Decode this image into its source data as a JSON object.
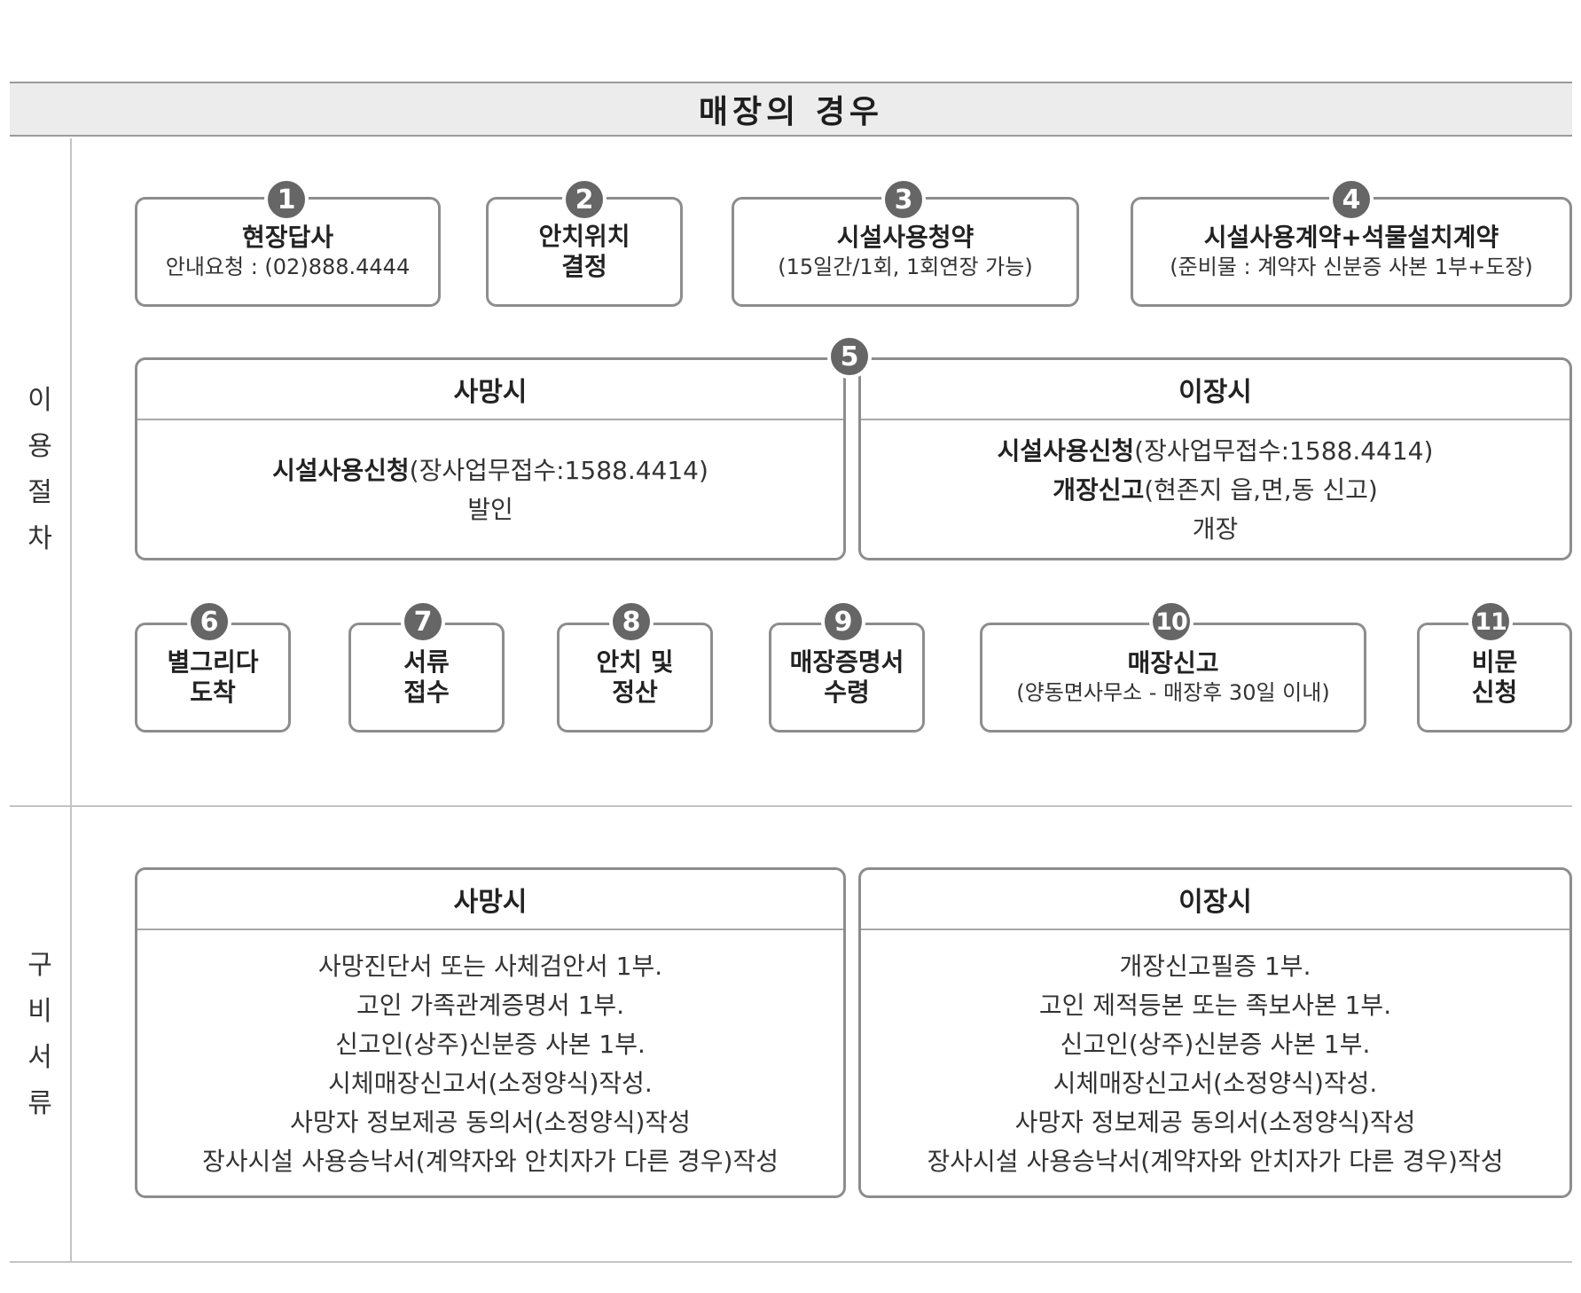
{
  "title": "매장의 경우",
  "side_labels": {
    "procedure": [
      "이",
      "용",
      "절",
      "차"
    ],
    "documents": [
      "구",
      "비",
      "서",
      "류"
    ]
  },
  "steps": [
    {
      "num": "1",
      "title_lines": [
        "현장답사"
      ],
      "sub": "안내요청 : (02)888.4444"
    },
    {
      "num": "2",
      "title_lines": [
        "안치위치",
        "결정"
      ],
      "sub": ""
    },
    {
      "num": "3",
      "title_lines": [
        "시설사용청약"
      ],
      "sub": "(15일간/1회, 1회연장 가능)"
    },
    {
      "num": "4",
      "title_lines": [
        "시설사용계약+석물설치계약"
      ],
      "sub": "(준비물 : 계약자 신분증 사본 1부+도장)"
    },
    {
      "num": "6",
      "title_lines": [
        "별그리다",
        "도착"
      ],
      "sub": ""
    },
    {
      "num": "7",
      "title_lines": [
        "서류",
        "접수"
      ],
      "sub": ""
    },
    {
      "num": "8",
      "title_lines": [
        "안치 및",
        "정산"
      ],
      "sub": ""
    },
    {
      "num": "9",
      "title_lines": [
        "매장증명서",
        "수령"
      ],
      "sub": ""
    },
    {
      "num": "10",
      "title_lines": [
        "매장신고"
      ],
      "sub": "(양동면사무소 - 매장후 30일 이내)"
    },
    {
      "num": "11",
      "title_lines": [
        "비문",
        "신청"
      ],
      "sub": ""
    }
  ],
  "step5": {
    "num": "5",
    "death": {
      "header": "사망시",
      "lines": [
        {
          "bold": "시설사용신청",
          "rest": "(장사업무접수:1588.4414)"
        },
        {
          "bold": "",
          "rest": "발인"
        }
      ]
    },
    "relocation": {
      "header": "이장시",
      "lines": [
        {
          "bold": "시설사용신청",
          "rest": "(장사업무접수:1588.4414)"
        },
        {
          "bold": "개장신고",
          "rest": "(현존지 읍,면,동 신고)"
        },
        {
          "bold": "",
          "rest": "개장"
        }
      ]
    }
  },
  "documents": {
    "death": {
      "header": "사망시",
      "items": [
        "사망진단서 또는 사체검안서 1부.",
        "고인 가족관계증명서 1부.",
        "신고인(상주)신분증 사본 1부.",
        "시체매장신고서(소정양식)작성.",
        "사망자 정보제공 동의서(소정양식)작성",
        "장사시설 사용승낙서(계약자와 안치자가 다른 경우)작성"
      ]
    },
    "relocation": {
      "header": "이장시",
      "items": [
        "개장신고필증 1부.",
        "고인 제적등본 또는 족보사본 1부.",
        "신고인(상주)신분증 사본 1부.",
        "시체매장신고서(소정양식)작성.",
        "사망자 정보제공 동의서(소정양식)작성",
        "장사시설 사용승낙서(계약자와 안치자가 다른 경우)작성"
      ]
    }
  }
}
